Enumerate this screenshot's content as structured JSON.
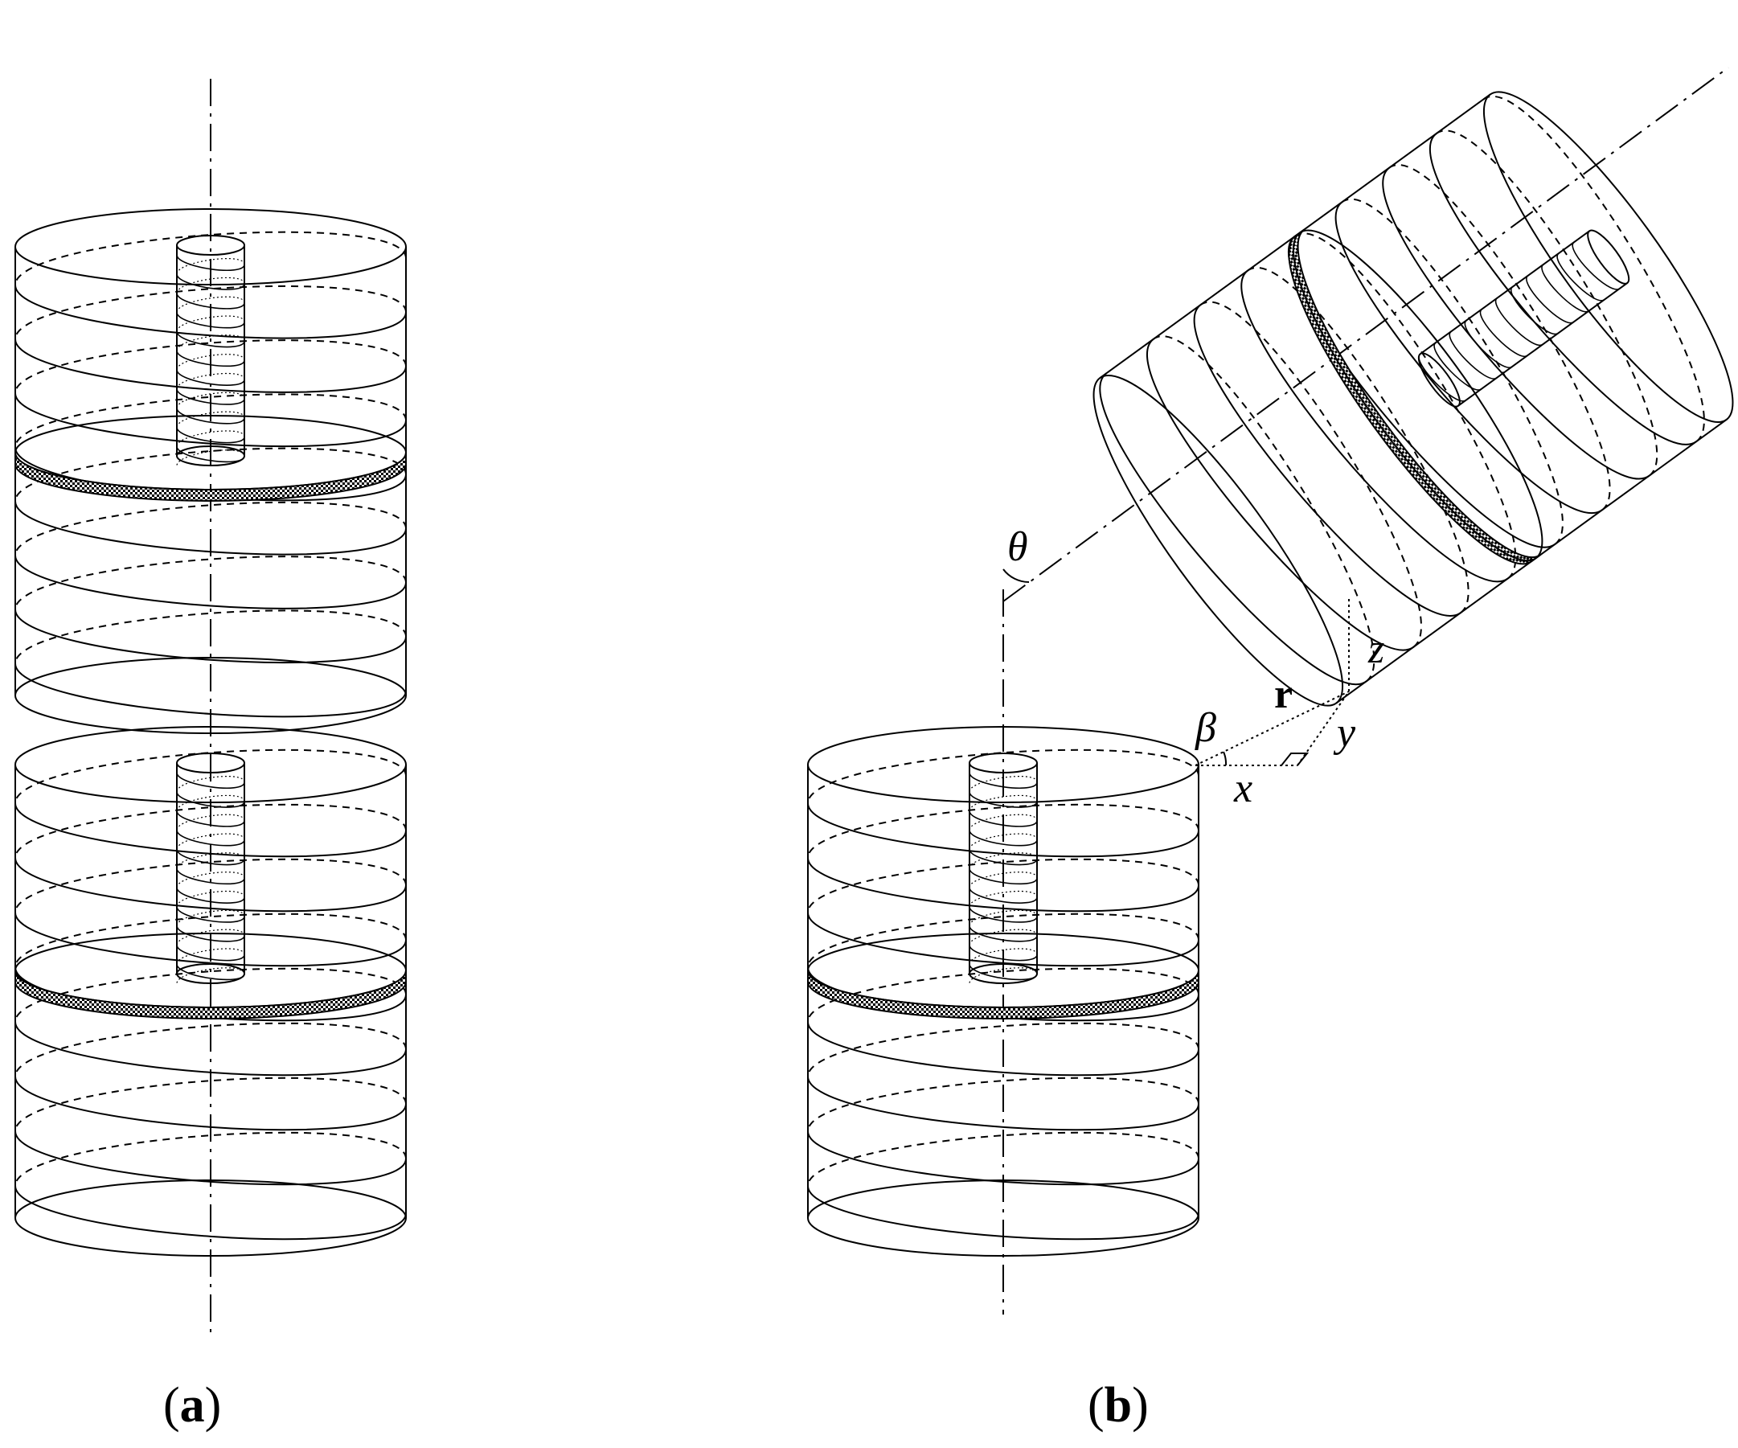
{
  "panels": [
    {
      "id": "a",
      "letter": "a",
      "open": "(",
      "close": ")"
    },
    {
      "id": "b",
      "letter": "b",
      "open": "(",
      "close": ")"
    }
  ],
  "symbols": {
    "theta": "θ",
    "beta": "β",
    "r": "r",
    "x": "x",
    "y": "y",
    "z": "z"
  },
  "coils": [
    {
      "name": "coil-a-top",
      "panel": "a",
      "tilt_deg": 0
    },
    {
      "name": "coil-a-bottom",
      "panel": "a",
      "tilt_deg": 0
    },
    {
      "name": "coil-b-bottom",
      "panel": "b",
      "tilt_deg": 0
    },
    {
      "name": "coil-b-tilted",
      "panel": "b",
      "tilt_deg": 60
    }
  ],
  "colors": {
    "line": "#000000",
    "background": "#ffffff"
  }
}
